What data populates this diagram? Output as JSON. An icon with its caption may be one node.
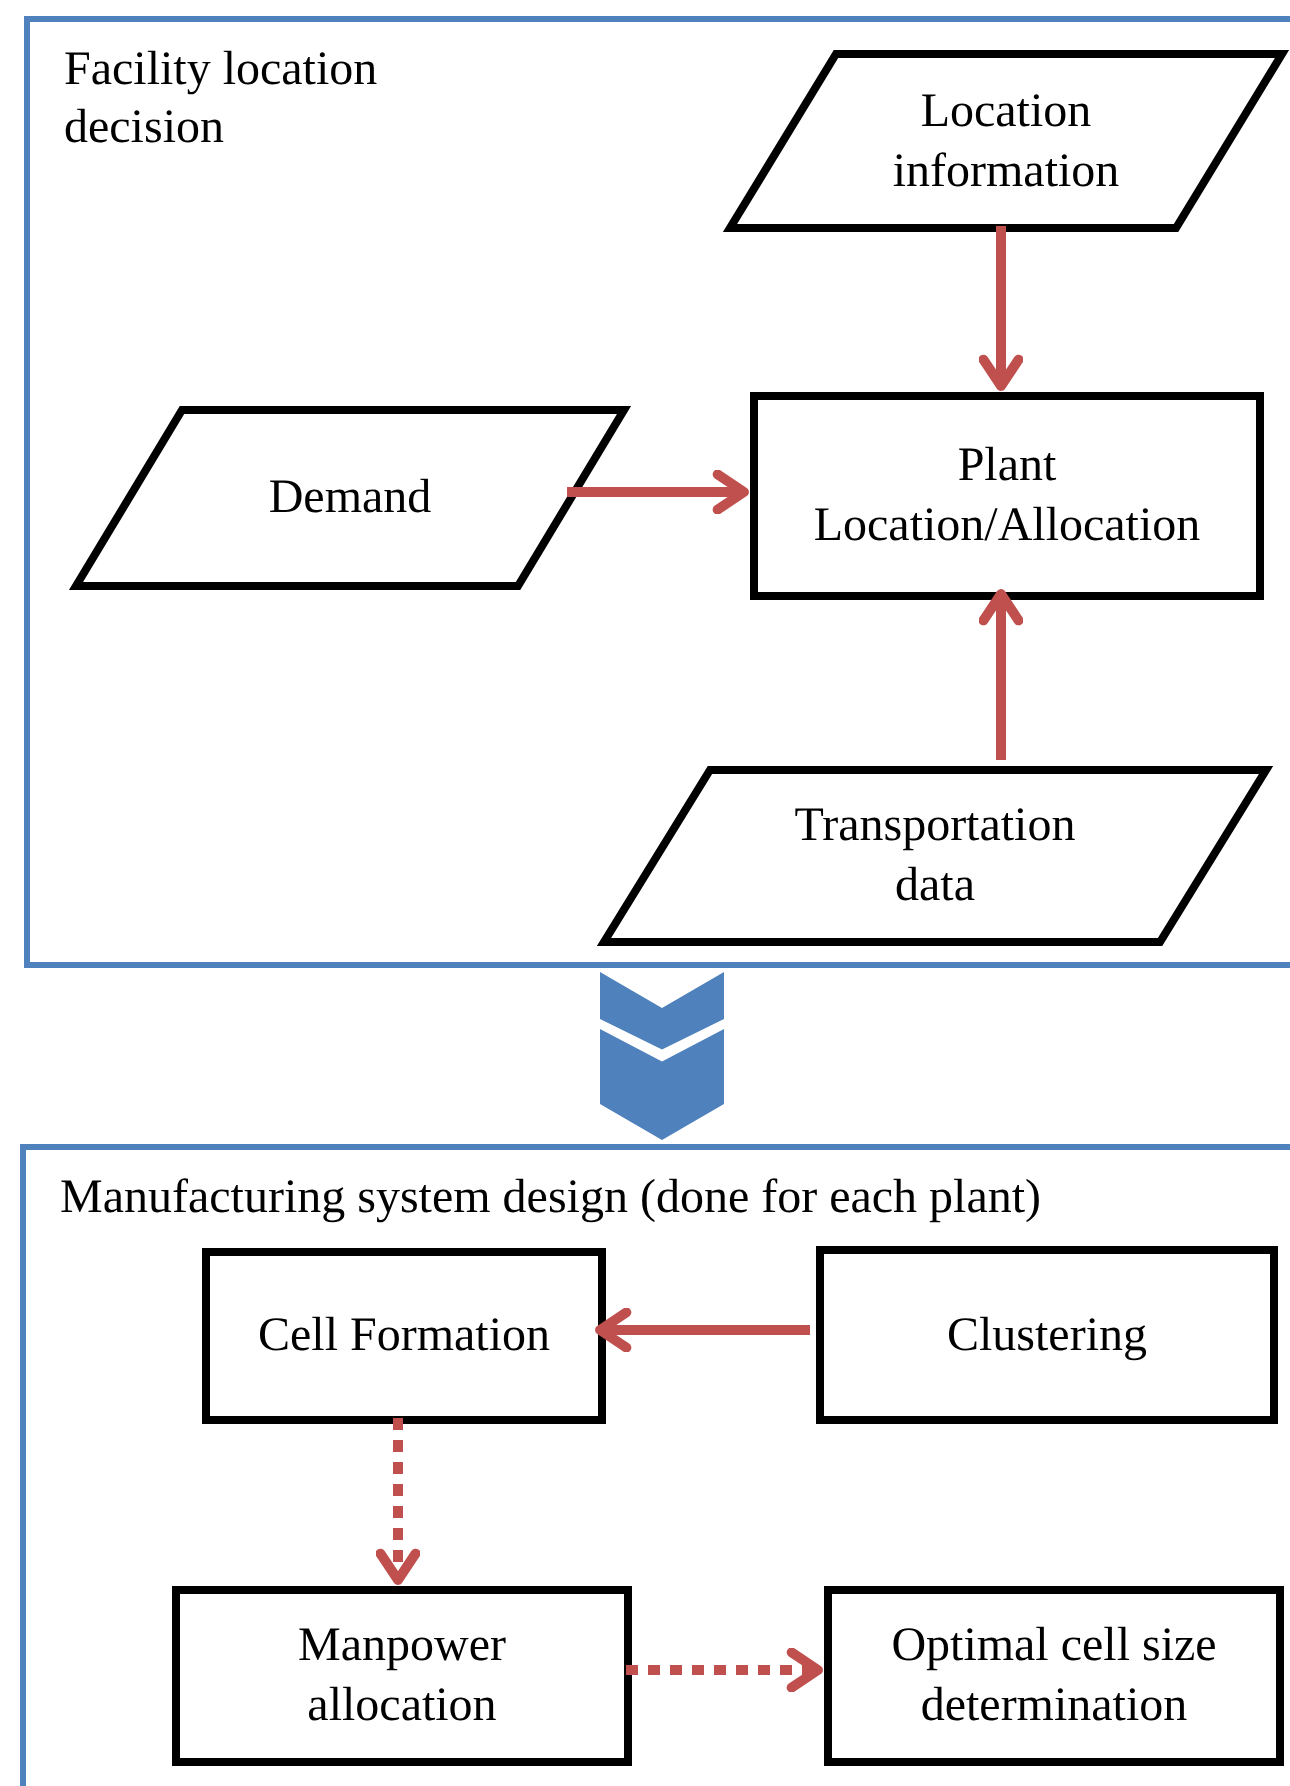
{
  "diagram": {
    "nodes": [
      {
        "text": [
          "Facility location decision"
        ]
      },
      {
        "text": [
          "Location information"
        ],
        "in": 0
      },
      {
        "text": [
          "Plant Location/Allocation"
        ],
        "in": 0
      },
      {
        "text": [
          "Demand"
        ],
        "in": 0
      },
      {
        "text": [
          "Transportation data"
        ],
        "in": 0
      },
      {
        "text": [
          "Manufacturing system design (done for each plant)"
        ]
      },
      {
        "text": [
          "Cell Formation"
        ],
        "in": 5
      },
      {
        "text": [
          "Clustering"
        ],
        "in": 5
      },
      {
        "text": [
          "Manpower allocation"
        ],
        "in": 5
      },
      {
        "text": [
          "Optimal cell size determination"
        ],
        "in": 5
      }
    ],
    "edges": [
      {
        "from": 1,
        "to": 2,
        "arrow": "to"
      },
      {
        "from": 3,
        "to": 2,
        "arrow": "to"
      },
      {
        "from": 4,
        "to": 2,
        "arrow": "to"
      },
      {
        "from": 0,
        "to": 5,
        "arrow": "to",
        "style": "thick",
        "color": "#4f81bd"
      },
      {
        "from": 7,
        "to": 6,
        "arrow": "to"
      },
      {
        "from": 6,
        "to": 8,
        "arrow": "to",
        "style": "dashed"
      },
      {
        "from": 8,
        "to": 9,
        "arrow": "to",
        "style": "dashed"
      }
    ]
  }
}
